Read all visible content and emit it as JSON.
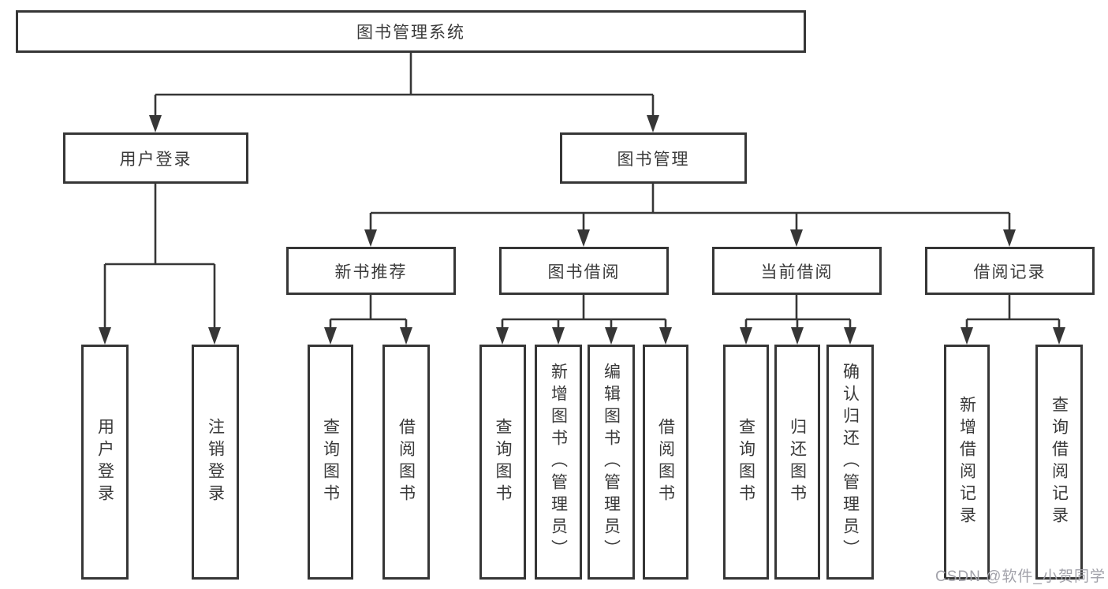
{
  "tree": {
    "root": {
      "label": "图书管理系统",
      "children": [
        {
          "label": "用户登录",
          "children": [
            {
              "label": "用户登录"
            },
            {
              "label": "注销登录"
            }
          ]
        },
        {
          "label": "图书管理",
          "children": [
            {
              "label": "新书推荐",
              "children": [
                {
                  "label": "查询图书"
                },
                {
                  "label": "借阅图书"
                }
              ]
            },
            {
              "label": "图书借阅",
              "children": [
                {
                  "label": "查询图书"
                },
                {
                  "label": "新增图书（管理员）"
                },
                {
                  "label": "编辑图书（管理员）"
                },
                {
                  "label": "借阅图书"
                }
              ]
            },
            {
              "label": "当前借阅",
              "children": [
                {
                  "label": "查询图书"
                },
                {
                  "label": "归还图书"
                },
                {
                  "label": "确认归还（管理员）"
                }
              ]
            },
            {
              "label": "借阅记录",
              "children": [
                {
                  "label": "新增借阅记录"
                },
                {
                  "label": "查询借阅记录"
                }
              ]
            }
          ]
        }
      ]
    }
  },
  "watermark": {
    "text": "CSDN @软件_小贺同学"
  },
  "colors": {
    "line": "#363636",
    "box_border": "#363636",
    "box_background": "#ffffff",
    "text": "#3a3a3a",
    "watermark": "#a2a2aa"
  }
}
